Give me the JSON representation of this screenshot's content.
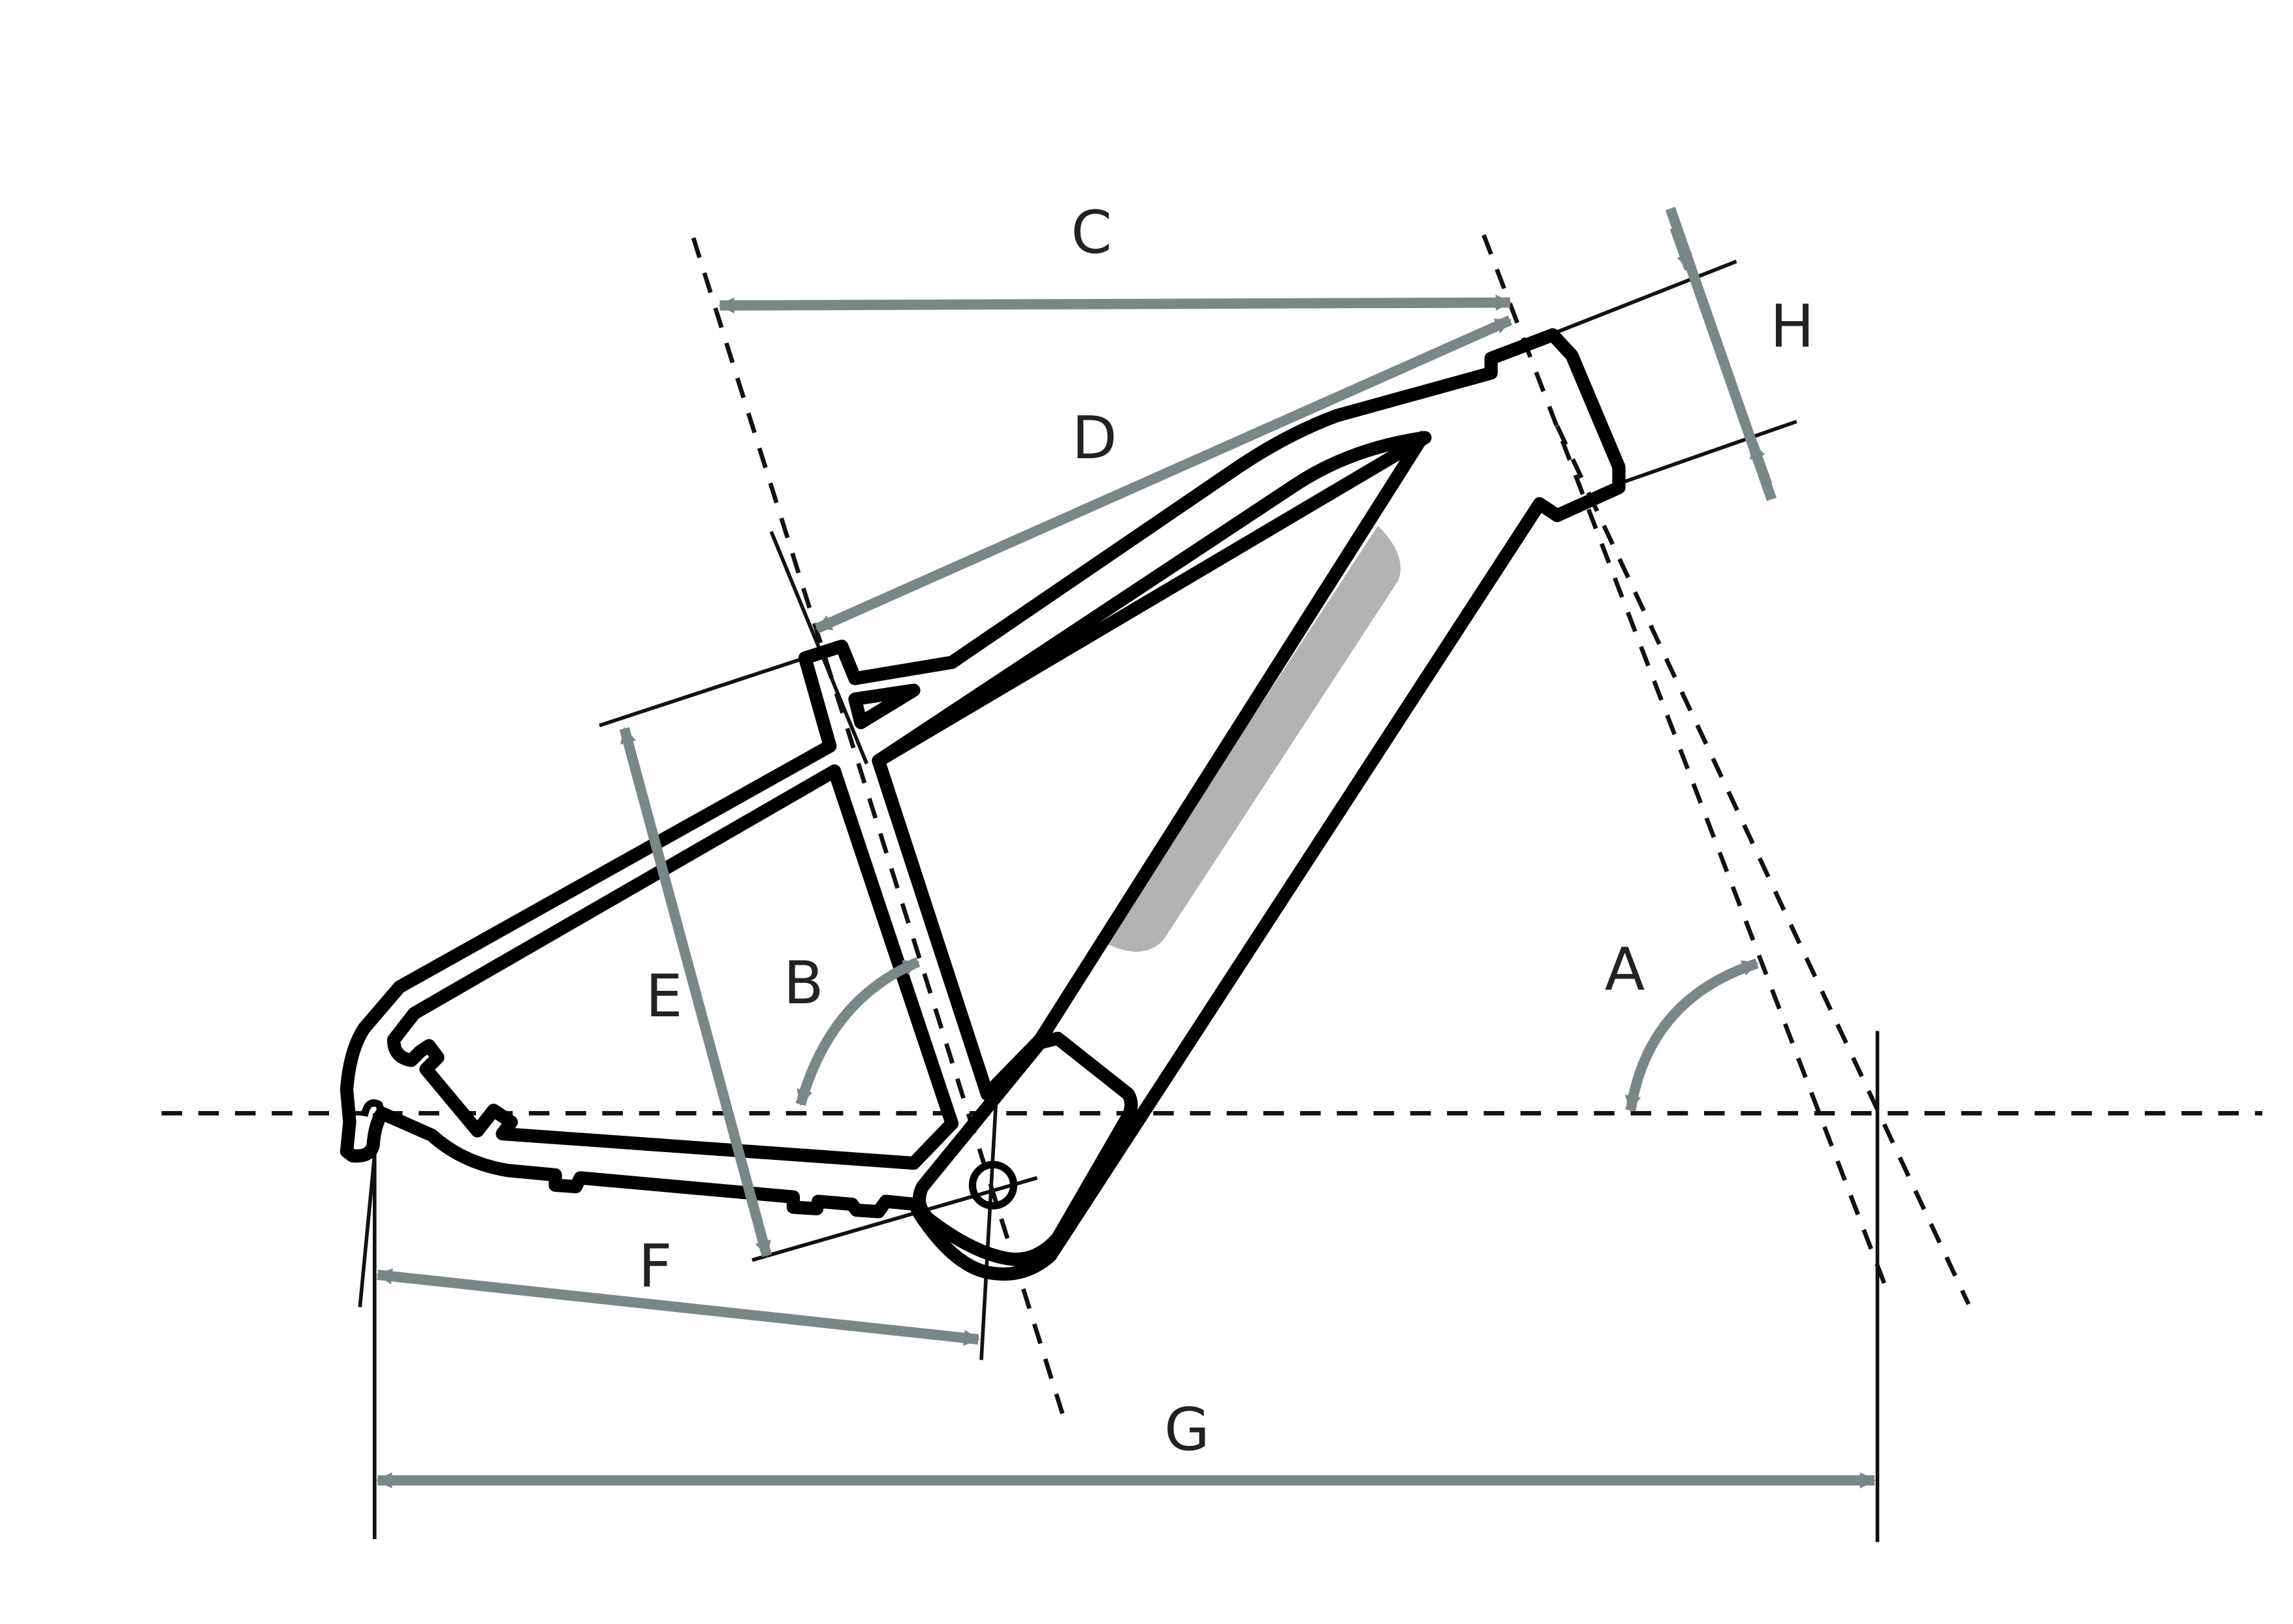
{
  "labels": {
    "a": "A",
    "b": "B",
    "c": "C",
    "d": "D",
    "e": "E",
    "f": "F",
    "g": "G",
    "h": "H"
  },
  "colors": {
    "frame": "#000000",
    "dimension": "#7b8787",
    "battery": "#b3b3b3",
    "guide": "#111111"
  }
}
